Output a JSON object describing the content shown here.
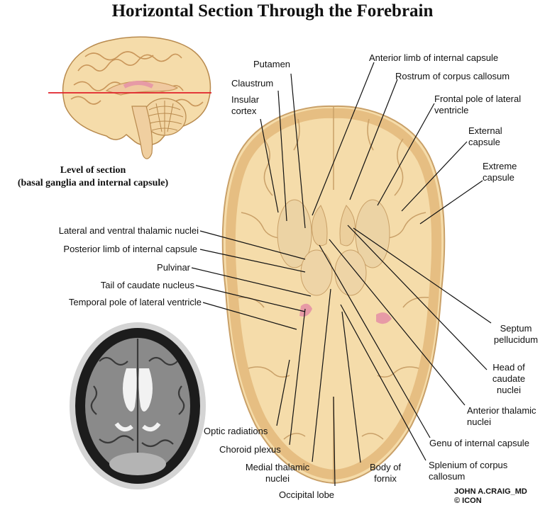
{
  "title": "Horizontal Section Through the Forebrain",
  "inset_caption": {
    "line1": "Level of section",
    "line2": "(basal ganglia and internal capsule)"
  },
  "labels": {
    "putamen": "Putamen",
    "claustrum": "Claustrum",
    "insular_cortex": [
      "Insular",
      "cortex"
    ],
    "anterior_limb_internal_capsule": "Anterior limb of internal capsule",
    "rostrum_corpus_callosum": "Rostrum of corpus callosum",
    "frontal_pole_lateral_ventricle": [
      "Frontal pole of lateral",
      "ventricle"
    ],
    "external_capsule": [
      "External",
      "capsule"
    ],
    "extreme_capsule": [
      "Extreme",
      "capsule"
    ],
    "lateral_ventral_thalamic_nuclei": "Lateral and ventral thalamic nuclei",
    "posterior_limb_internal_capsule": "Posterior limb of internal capsule",
    "pulvinar": "Pulvinar",
    "tail_caudate_nucleus": "Tail of caudate nucleus",
    "temporal_pole_lateral_ventricle": "Temporal pole of lateral ventricle",
    "septum_pellucidum": [
      "Septum",
      "pellucidum"
    ],
    "head_caudate_nuclei": [
      "Head of",
      "caudate",
      "nuclei"
    ],
    "anterior_thalamic_nuclei": [
      "Anterior thalamic",
      "nuclei"
    ],
    "genu_internal_capsule": "Genu of internal capsule",
    "splenium_corpus_callosum": [
      "Splenium of corpus",
      "callosum"
    ],
    "body_of_fornix": [
      "Body of",
      "fornix"
    ],
    "medial_thalamic_nuclei": [
      "Medial thalamic",
      "nuclei"
    ],
    "occipital_lobe": "Occipital lobe",
    "choroid_plexus": "Choroid plexus",
    "optic_radiations": "Optic radiations"
  },
  "signature": {
    "line1": "JOHN A.CRAIG_MD",
    "line2": "© ICON"
  },
  "colors": {
    "brain_fill": "#f5dcaa",
    "brain_outline": "#c9a068",
    "gray_matter": "#e8bf80",
    "section_line": "#e0202a",
    "ventricle_pink": "#e79aa6",
    "mri_dark": "#1c1c1c",
    "mri_gray": "#7a7a7a"
  }
}
